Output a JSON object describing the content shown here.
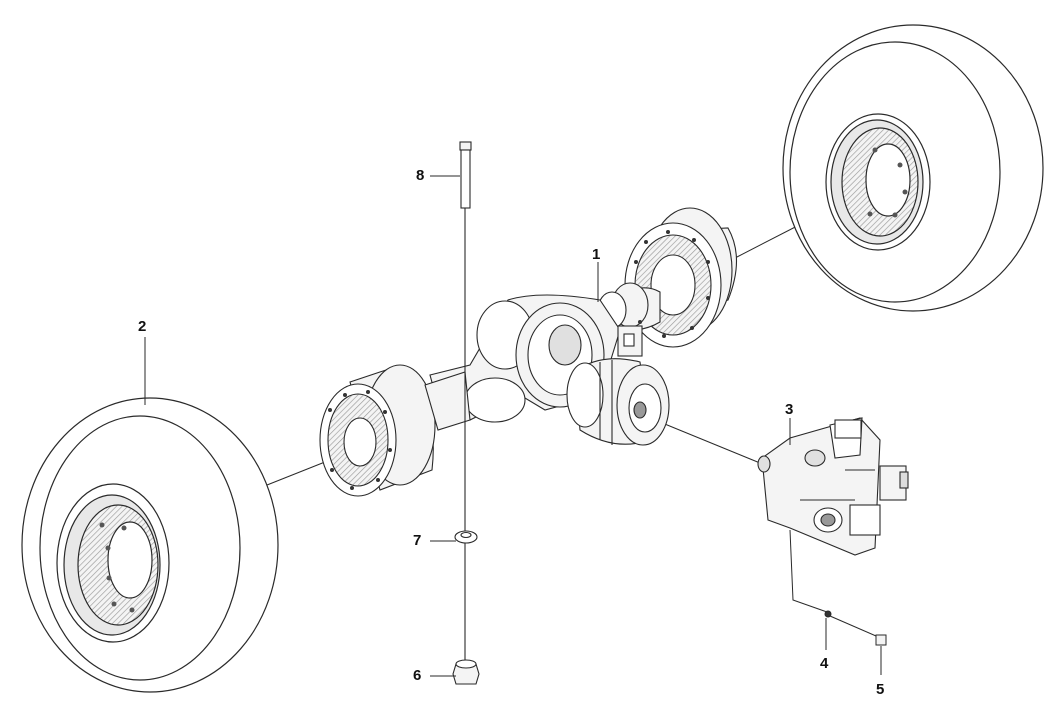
{
  "diagram": {
    "callouts": [
      {
        "id": "c1",
        "label": "1"
      },
      {
        "id": "c2",
        "label": "2"
      },
      {
        "id": "c3",
        "label": "3"
      },
      {
        "id": "c4",
        "label": "4"
      },
      {
        "id": "c5",
        "label": "5"
      },
      {
        "id": "c6",
        "label": "6"
      },
      {
        "id": "c7",
        "label": "7"
      },
      {
        "id": "c8",
        "label": "8"
      }
    ],
    "colors": {
      "line": "#2a2a2a",
      "tire_fill": "#ffffff",
      "metal_fill": "#f4f4f4",
      "shade": "#9a9a9a"
    }
  }
}
